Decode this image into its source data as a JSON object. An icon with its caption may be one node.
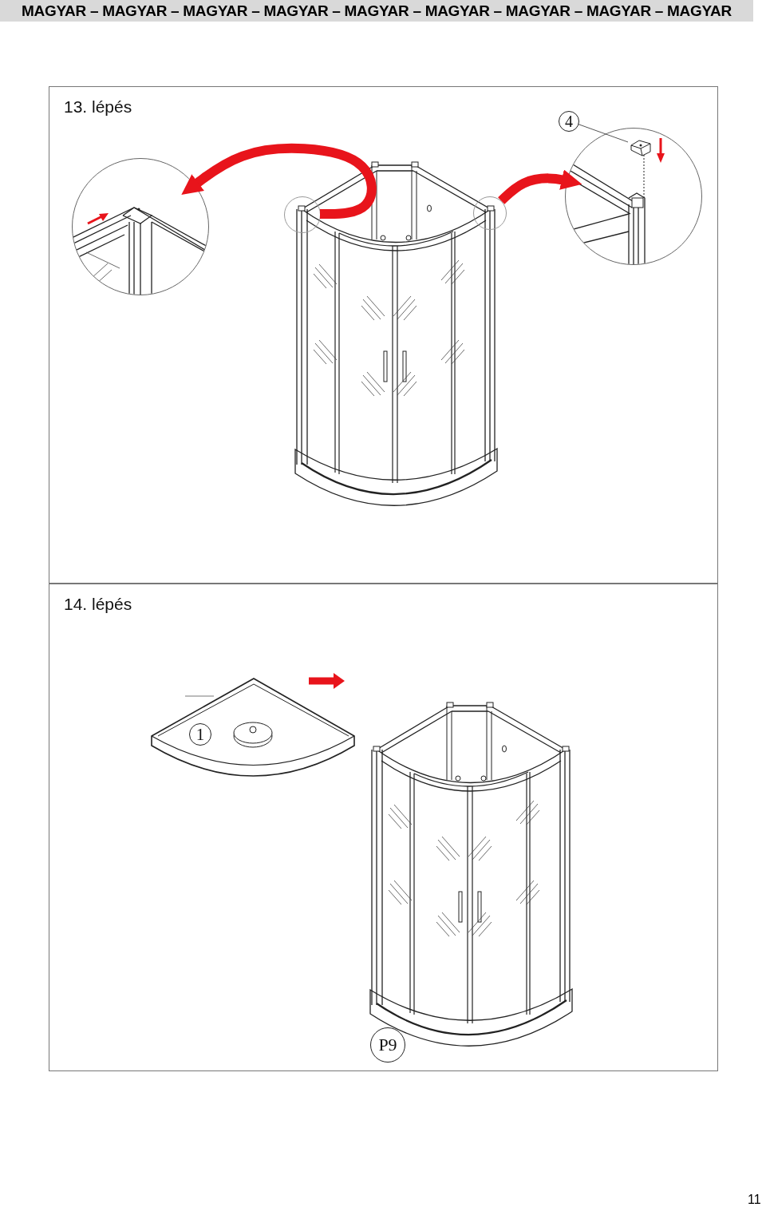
{
  "diagram": {
    "nodes": [
      {
        "text": [
          "13. lépés"
        ]
      },
      {
        "text": [],
        "shape": "circle",
        "in": 0
      },
      {
        "text": [],
        "shape": "circle",
        "in": 0
      },
      {
        "text": [],
        "shape": "circle",
        "in": 0
      },
      {
        "text": [],
        "shape": "circle",
        "in": 0
      },
      {
        "text": [
          "4"
        ],
        "in": 0
      },
      {
        "text": [],
        "shape": "picture",
        "in": 4
      },
      {
        "text": [
          "14. lépés"
        ]
      },
      {
        "text": [
          "1"
        ],
        "in": 7
      },
      {
        "text": [
          "P9"
        ],
        "in": 7
      }
    ],
    "edges": [
      {
        "from": 2,
        "to": 1,
        "arrow": "to",
        "color": "#e8141b"
      },
      {
        "from": 3,
        "to": 4,
        "arrow": "to",
        "color": "#e8141b"
      },
      {
        "from": 5,
        "to": 6,
        "arrow": "none",
        "color": "#555555"
      }
    ],
    "labels": [
      "MAGYAR – MAGYAR – MAGYAR – MAGYAR – MAGYAR – MAGYAR – MAGYAR – MAGYAR – MAGYAR",
      "11"
    ]
  }
}
